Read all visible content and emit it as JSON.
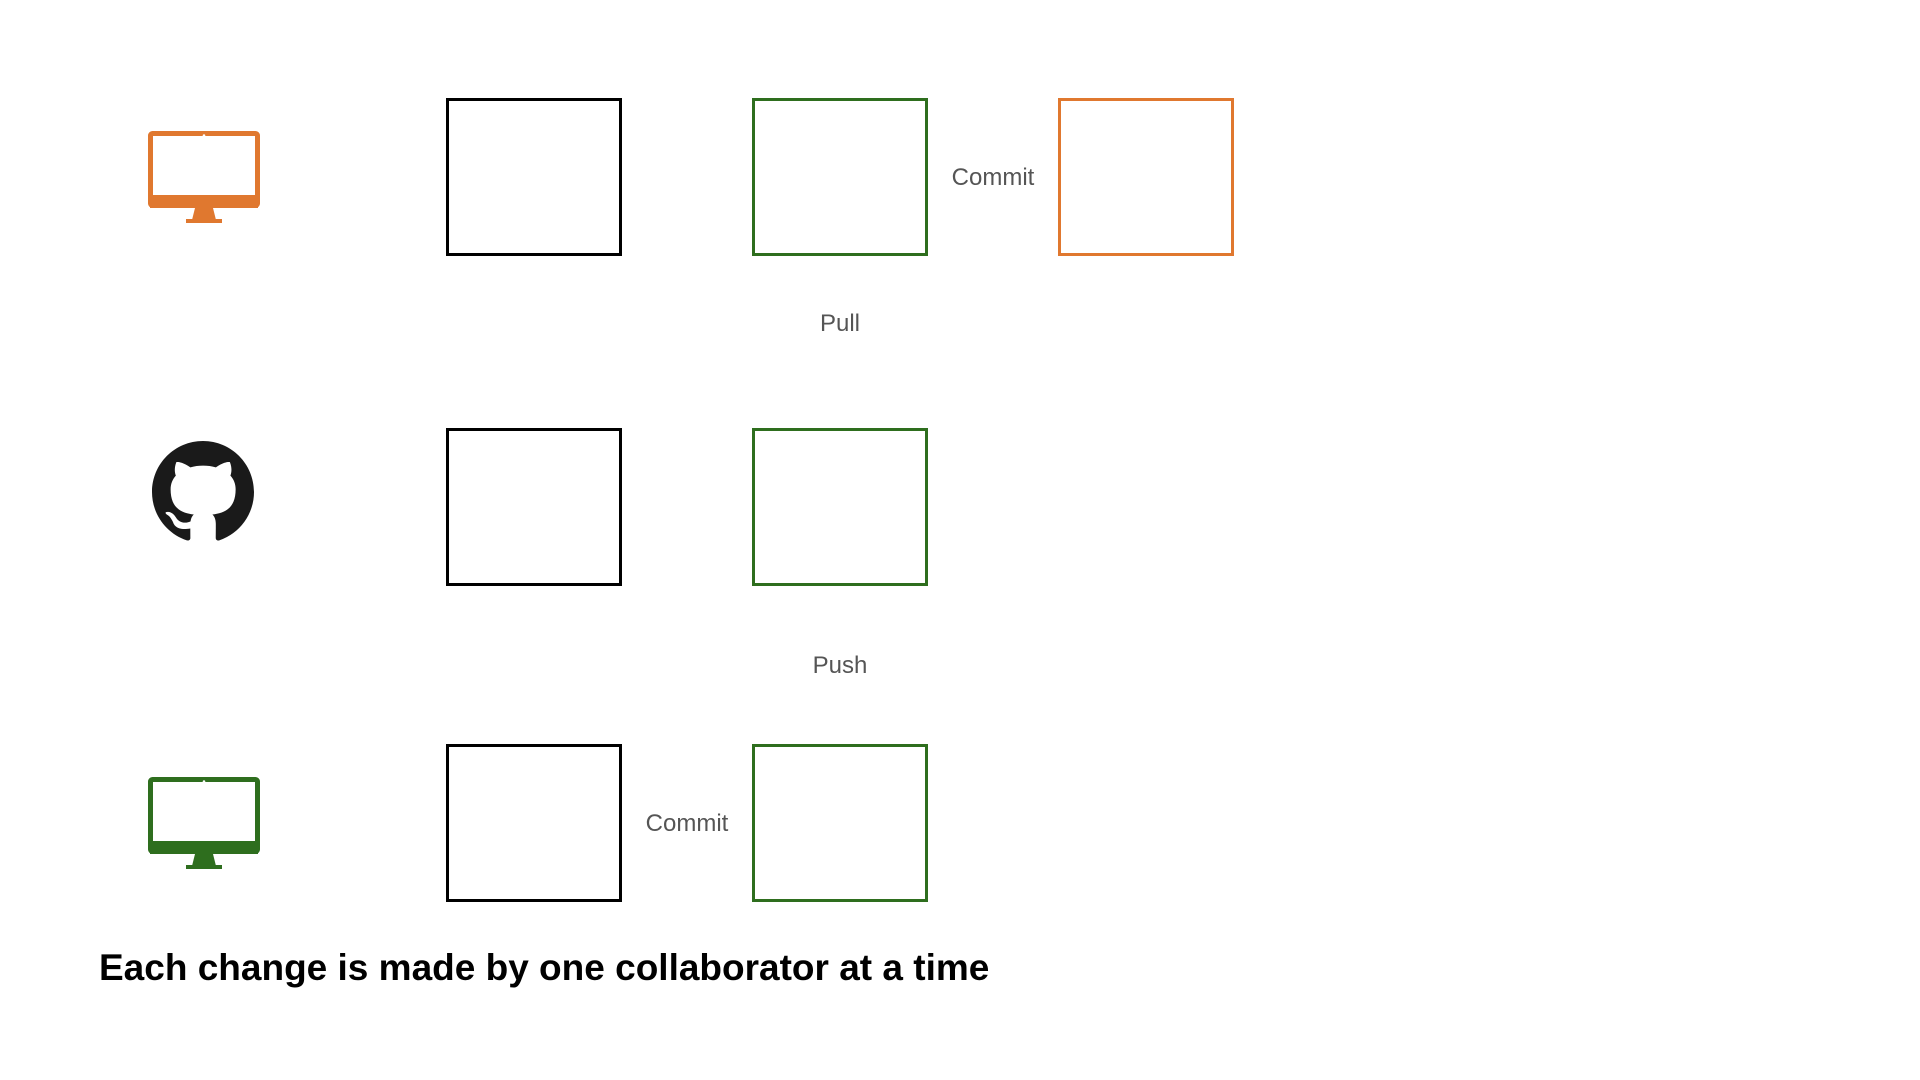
{
  "colors": {
    "collaborator_a": "#E0782F",
    "collaborator_b": "#2E6E1E",
    "remote": "#1A1A1A",
    "base_box": "#000000",
    "label_text": "#555555"
  },
  "icons": {
    "collaborator_a": "monitor-icon",
    "remote": "github-icon",
    "collaborator_b": "monitor-icon"
  },
  "labels": {
    "commit_top": "Commit",
    "pull": "Pull",
    "push": "Push",
    "commit_bottom": "Commit"
  },
  "caption": "Each change is made by one collaborator at a time"
}
